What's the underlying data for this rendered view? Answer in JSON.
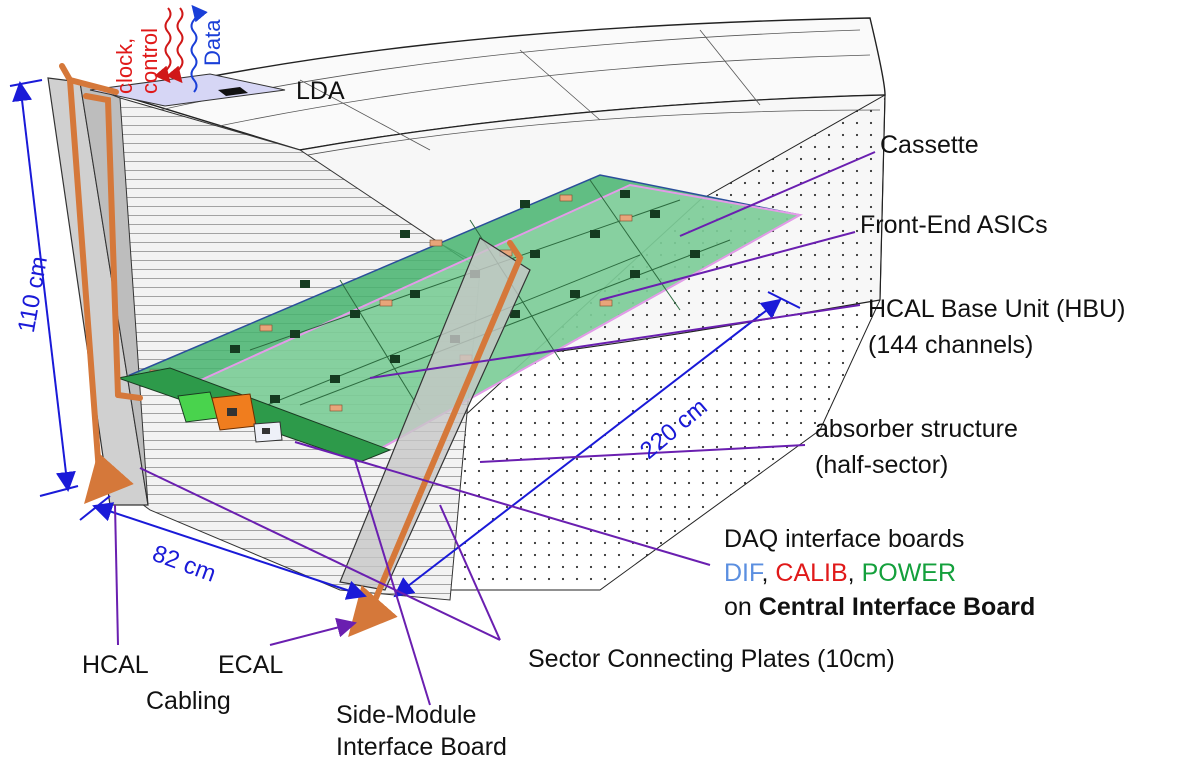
{
  "labels": {
    "lda": "LDA",
    "clock": "clock,",
    "control": "control",
    "data": "Data",
    "cassette": "Cassette",
    "front_end_asics": "Front-End ASICs",
    "hbu_line1": "HCAL Base Unit (HBU)",
    "hbu_line2": "(144 channels)",
    "absorber_line1": "absorber structure",
    "absorber_line2": "(half-sector)",
    "daq_line1": "DAQ interface boards",
    "dif": "DIF",
    "sep1": ", ",
    "calib": "CALIB",
    "sep2": ", ",
    "power": "POWER",
    "on": "on ",
    "central_interface_board": "Central Interface Board",
    "sector_plates": "Sector Connecting Plates (10cm)",
    "hcal": "HCAL",
    "ecal": "ECAL",
    "cabling": "Cabling",
    "side_module_line1": "Side-Module",
    "side_module_line2": "Interface Board"
  },
  "dimensions": {
    "height": "110 cm",
    "width": "82 cm",
    "length": "220 cm"
  },
  "colors": {
    "dimension_blue": "#1a1ad8",
    "leader_purple": "#6a1fb0",
    "cable_orange": "#d5783a",
    "tile_green": "#3fb26a",
    "dif_blue": "#5b8fe0",
    "calib_red": "#e01919",
    "power_green": "#14a03c"
  }
}
